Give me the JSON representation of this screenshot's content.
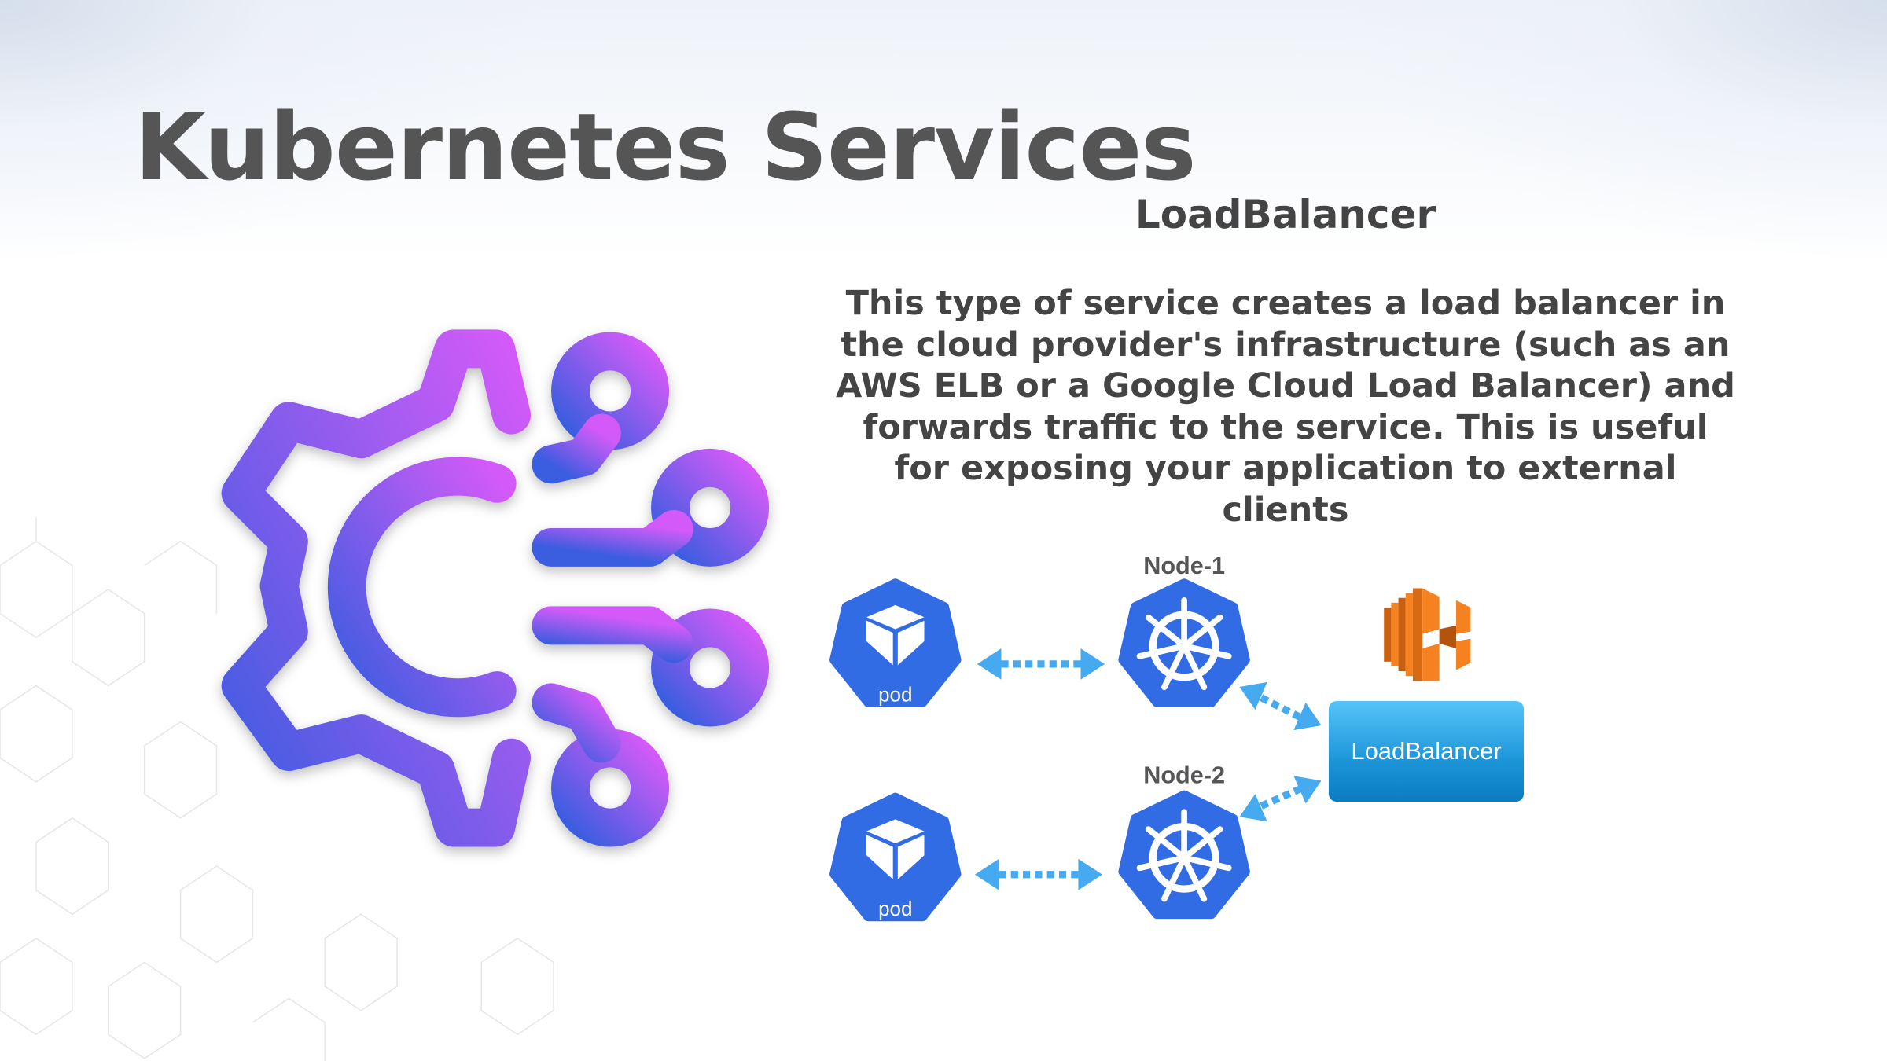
{
  "title": "Kubernetes Services",
  "section": "LoadBalancer",
  "description": "This type of service creates a load balancer in the cloud provider's infrastructure (such as an AWS ELB or a Google Cloud Load Balancer) and forwards traffic to the service. This is useful for exposing your application to external clients",
  "diagram": {
    "pods": [
      {
        "label": "pod"
      },
      {
        "label": "pod"
      }
    ],
    "nodes": [
      {
        "label": "Node-1"
      },
      {
        "label": "Node-2"
      }
    ],
    "load_balancer": {
      "label": "LoadBalancer",
      "icon": "aws-elb-icon"
    }
  },
  "colors": {
    "k8s_blue": "#326ce5",
    "arrow": "#45aaf0",
    "aws_orange": "#f58220",
    "gradient_top": "#d35af8",
    "gradient_bottom": "#3b5de0"
  }
}
